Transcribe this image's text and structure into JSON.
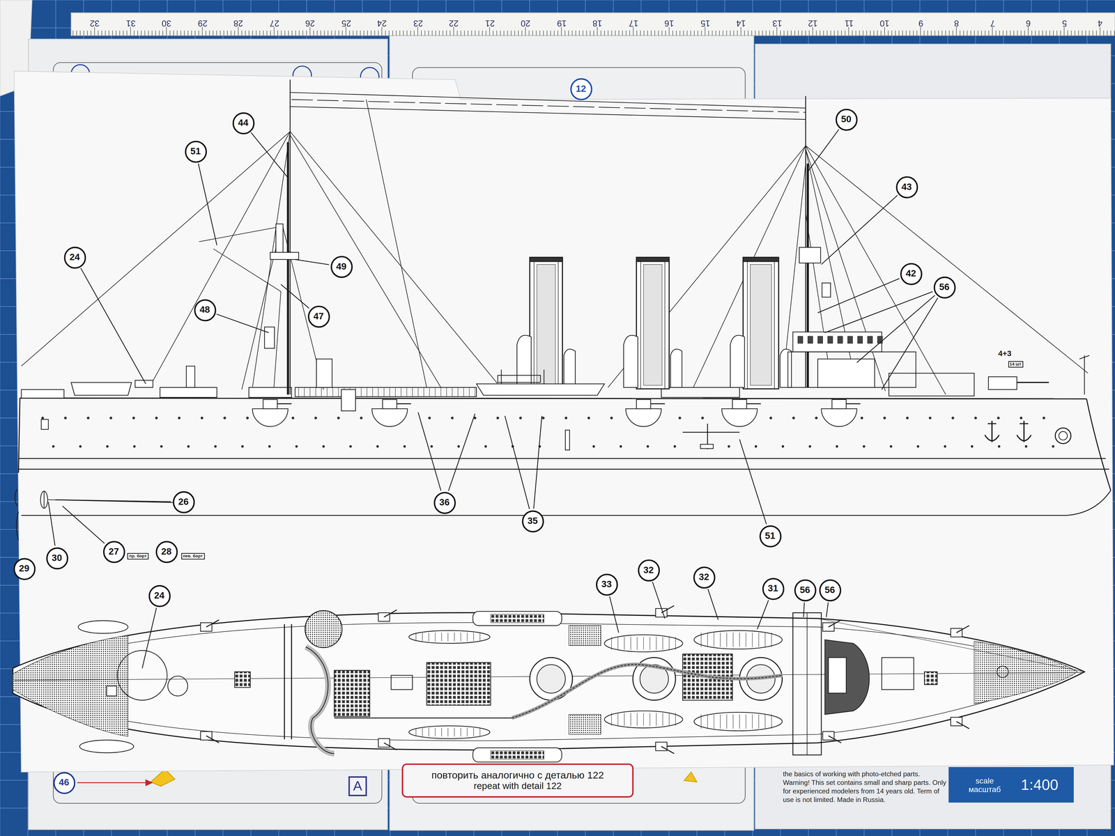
{
  "diagram": {
    "nodes": [
      {
        "text": [
          "12"
        ]
      },
      {
        "text": [
          "44"
        ]
      },
      {
        "text": [
          "50"
        ]
      },
      {
        "text": [
          "51"
        ]
      },
      {
        "text": [
          "43"
        ]
      },
      {
        "text": [
          "24"
        ]
      },
      {
        "text": [
          "49"
        ]
      },
      {
        "text": [
          "42"
        ]
      },
      {
        "text": [
          "56"
        ]
      },
      {
        "text": [
          "48"
        ]
      },
      {
        "text": [
          "47"
        ]
      },
      {
        "text": [
          "14 шт"
        ]
      },
      {
        "text": [
          "26"
        ]
      },
      {
        "text": [
          "36"
        ]
      },
      {
        "text": [
          "35"
        ]
      },
      {
        "text": [
          "51"
        ]
      },
      {
        "text": [
          "27"
        ]
      },
      {
        "text": [
          "пр. борт"
        ]
      },
      {
        "text": [
          "28"
        ]
      },
      {
        "text": [
          "лев. борт"
        ]
      },
      {
        "text": [
          "30"
        ]
      },
      {
        "text": [
          "29"
        ]
      },
      {
        "text": [
          "32"
        ]
      },
      {
        "text": [
          "32"
        ]
      },
      {
        "text": [
          "33"
        ]
      },
      {
        "text": [
          "31"
        ]
      },
      {
        "text": [
          "56"
        ]
      },
      {
        "text": [
          "56"
        ]
      },
      {
        "text": [
          "24"
        ]
      },
      {
        "text": [
          "46"
        ]
      },
      {
        "text": [
          "A"
        ]
      },
      {
        "text": [
          "повторить аналогично с деталью 122",
          "repeat with detail 122"
        ]
      },
      {
        "text": [
          "scale масштаб",
          "1:400"
        ]
      }
    ],
    "labels": [
      "4+3",
      "32",
      "31",
      "30",
      "29",
      "28",
      "27",
      "26",
      "25",
      "24",
      "23",
      "22",
      "21",
      "20",
      "19",
      "18",
      "17",
      "16",
      "15",
      "14",
      "13",
      "12",
      "11",
      "10",
      "9",
      "8",
      "7",
      "6",
      "5",
      "4",
      "the basics of working with photo-etched parts. Warning! This set contains small and sharp parts. Only for experienced modelers from 14 years old. Term of use is not limited. Made in Russia."
    ]
  }
}
